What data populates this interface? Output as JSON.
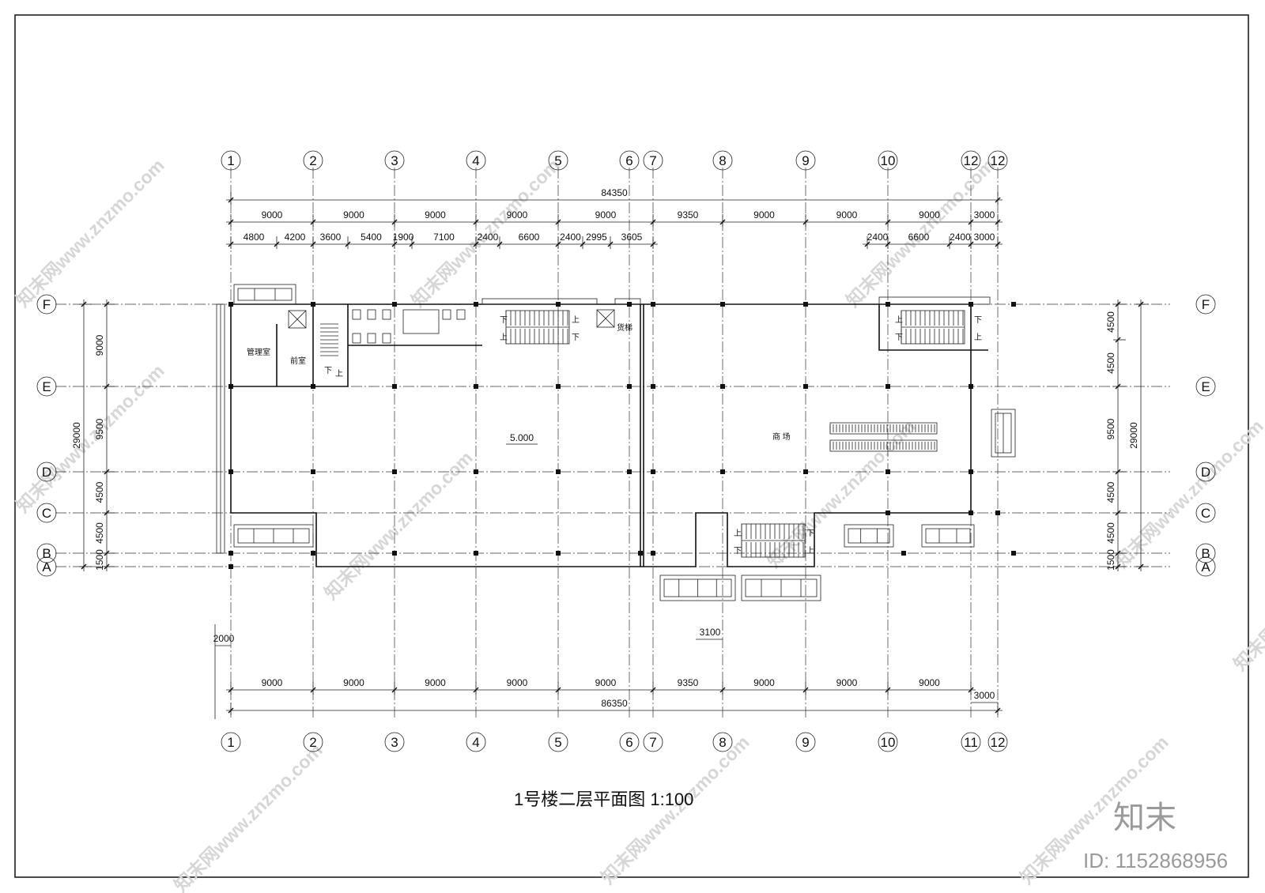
{
  "drawing": {
    "title": "1号楼二层平面图  1:100",
    "axes_x_top": [
      "1",
      "2",
      "3",
      "4",
      "5",
      "6",
      "7",
      "8",
      "9",
      "10",
      "12",
      "12"
    ],
    "axes_x_bottom": [
      "1",
      "2",
      "3",
      "4",
      "5",
      "6",
      "7",
      "8",
      "9",
      "10",
      "11",
      "12"
    ],
    "axes_y": [
      "F",
      "E",
      "D",
      "C",
      "B",
      "A"
    ],
    "dims_top_total": "84350",
    "dims_top_bays": [
      "9000",
      "9000",
      "9000",
      "9000",
      "9000",
      "9350",
      "9000",
      "9000",
      "9000",
      "3000"
    ],
    "dims_top_detail": [
      "4800",
      "4200",
      "3600",
      "5400",
      "1900",
      "7100",
      "2400",
      "6600",
      "2400",
      "2995",
      "3605"
    ],
    "dims_top_detail_right": [
      "2400",
      "6600",
      "2400",
      "3000"
    ],
    "dims_bottom_bays": [
      "9000",
      "9000",
      "9000",
      "9000",
      "9000",
      "9350",
      "9000",
      "9000",
      "9000"
    ],
    "dims_bottom_3000": "3000",
    "dims_bottom_total": "86350",
    "dim_2000": "2000",
    "dim_3100": "3100",
    "dims_left": [
      "9000",
      "9500",
      "4500",
      "4500",
      "1500"
    ],
    "dims_left_total": "29000",
    "dims_right": [
      "4500",
      "4500",
      "9500",
      "4500",
      "4500",
      "1500"
    ],
    "dims_right_total": "29000",
    "rooms": {
      "manage": "管理室",
      "front": "前室",
      "freight": "货梯",
      "mall": "商 场",
      "elevation": "5.000"
    },
    "stair_up": "上",
    "stair_down": "下"
  },
  "watermark": {
    "text": "知末网www.znzmo.com",
    "brand": "知末",
    "id": "ID: 1152868956"
  }
}
